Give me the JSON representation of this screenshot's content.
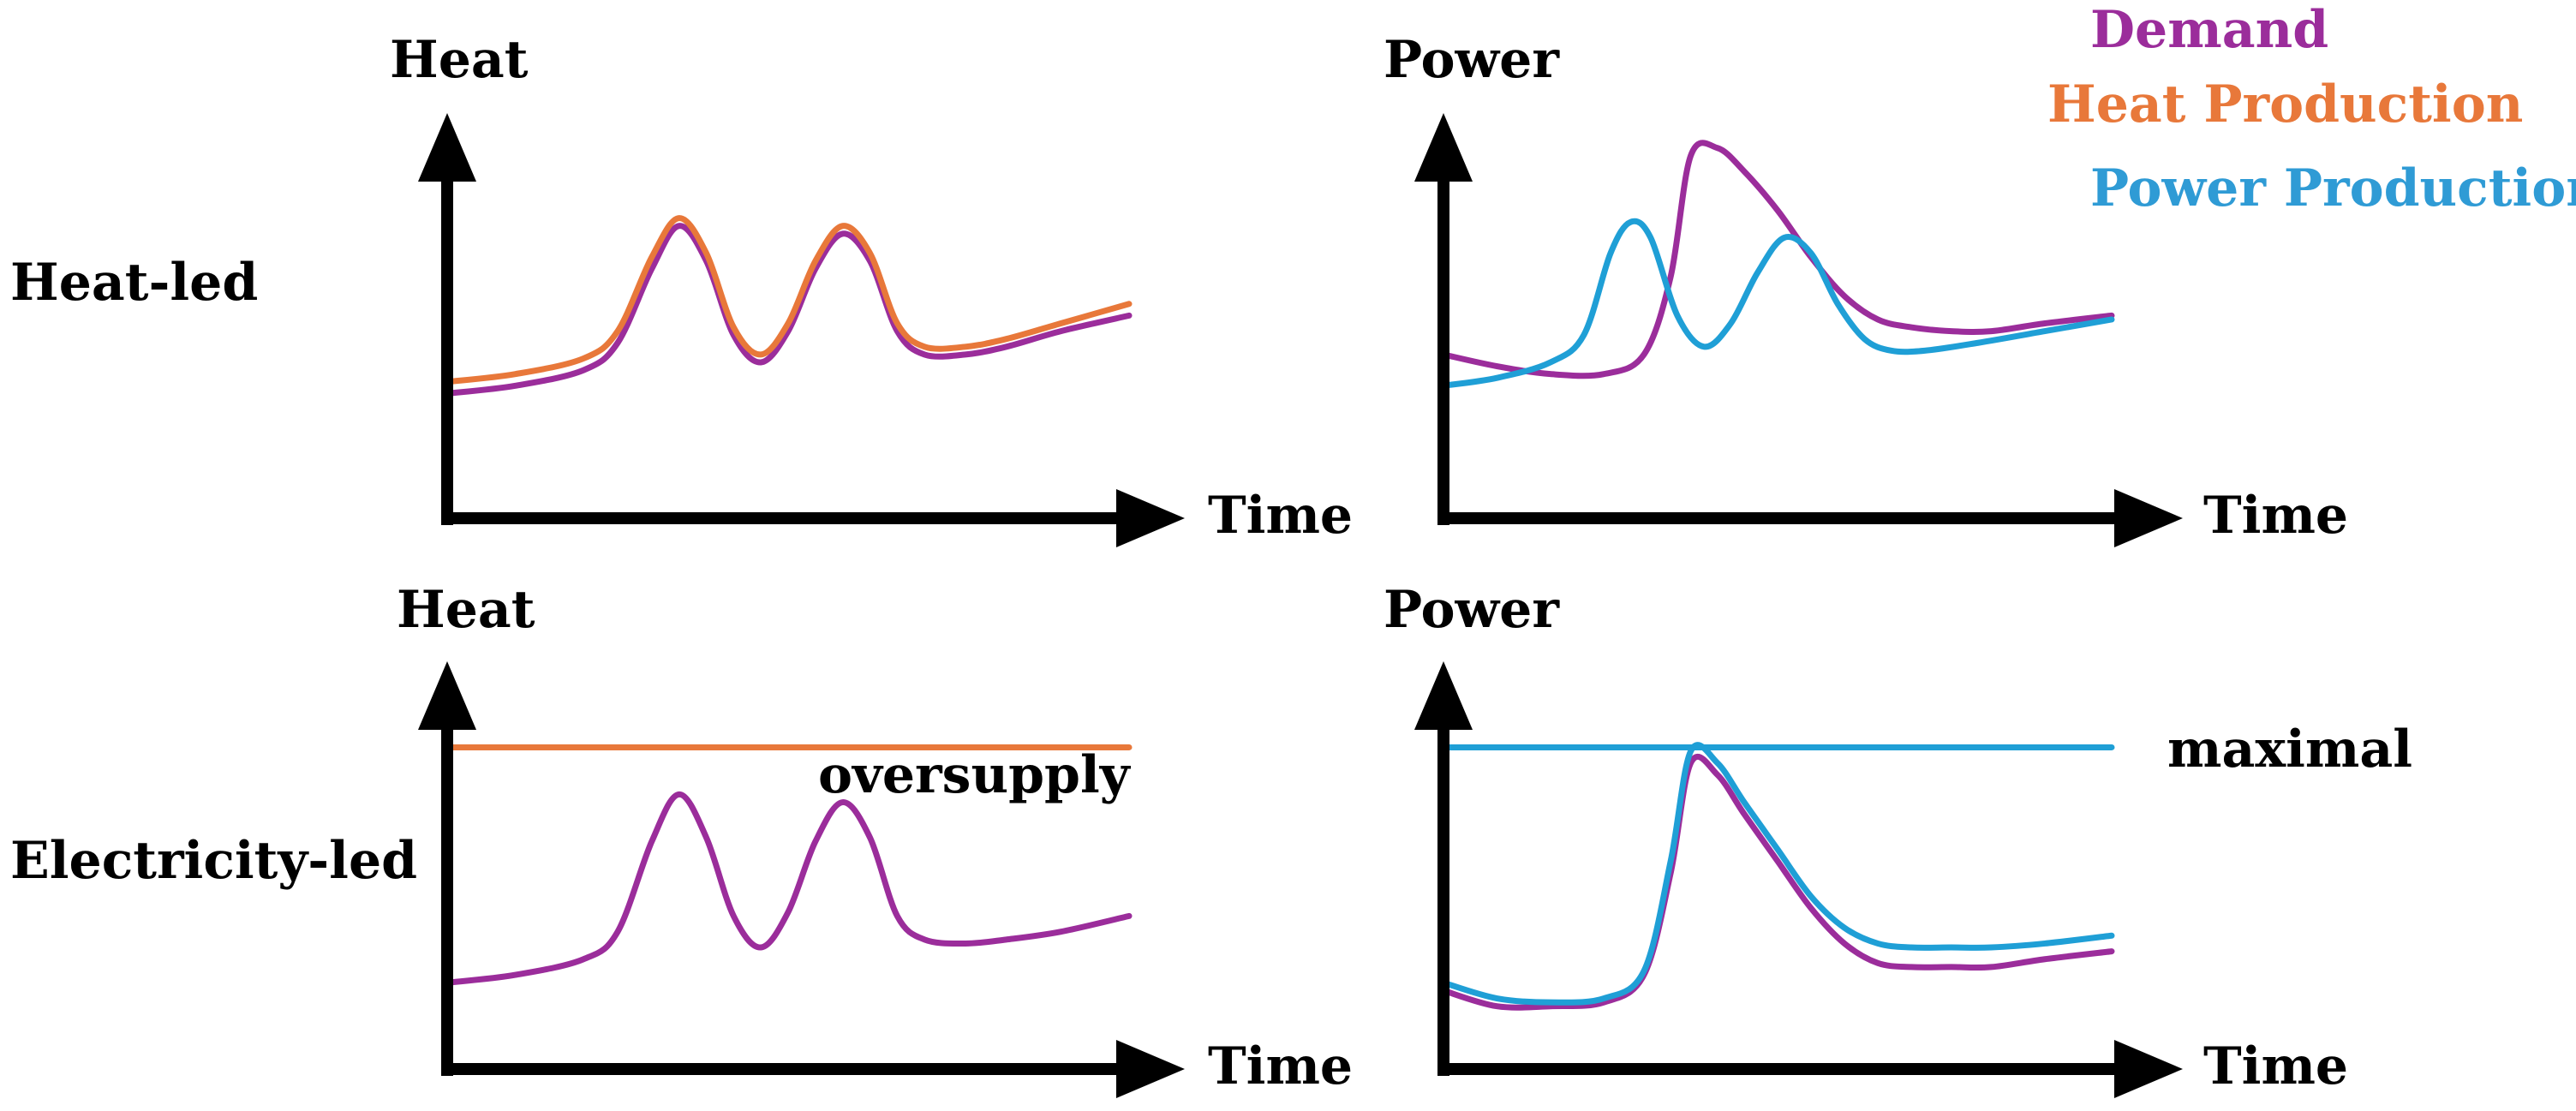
{
  "row_labels": [
    "Heat-led",
    "Electricity-led"
  ],
  "legend": [
    {
      "label": "Demand",
      "color": "#9B2D9B"
    },
    {
      "label": "Heat Production",
      "color": "#E8783A"
    },
    {
      "label": "Power Production",
      "color": "#2F9BD5"
    }
  ],
  "colors": {
    "axis": "#000000",
    "demand": "#9B2D9B",
    "heat": "#E8783A",
    "power": "#1F9FD6"
  },
  "chart_data": [
    {
      "type": "line",
      "ylabel": "Heat",
      "xlabel": "Time",
      "xlim": [
        0,
        100
      ],
      "ylim": [
        0,
        100
      ],
      "series": [
        {
          "name": "Demand",
          "color": "#9B2D9B",
          "x": [
            0,
            10,
            20,
            25,
            30,
            34,
            38,
            42,
            46,
            50,
            54,
            58,
            62,
            66,
            70,
            76,
            82,
            90,
            100
          ],
          "y": [
            32,
            34,
            38,
            45,
            64,
            75,
            66,
            47,
            40,
            48,
            64,
            73,
            66,
            48,
            42,
            42,
            44,
            48,
            52
          ]
        },
        {
          "name": "Heat Production",
          "color": "#E8783A",
          "x": [
            0,
            10,
            20,
            25,
            30,
            34,
            38,
            42,
            46,
            50,
            54,
            58,
            62,
            66,
            70,
            76,
            82,
            90,
            100
          ],
          "y": [
            35,
            37,
            41,
            48,
            67,
            77,
            68,
            49,
            42,
            50,
            66,
            75,
            68,
            50,
            44,
            44,
            46,
            50,
            55
          ]
        }
      ]
    },
    {
      "type": "line",
      "ylabel": "Power",
      "xlabel": "Time",
      "xlim": [
        0,
        100
      ],
      "ylim": [
        0,
        100
      ],
      "series": [
        {
          "name": "Demand",
          "color": "#9B2D9B",
          "x": [
            0,
            8,
            16,
            24,
            30,
            34,
            37,
            41,
            45,
            50,
            55,
            60,
            65,
            70,
            76,
            82,
            90,
            100
          ],
          "y": [
            42,
            39,
            37,
            37,
            42,
            62,
            93,
            95,
            89,
            79,
            67,
            57,
            51,
            49,
            48,
            48,
            50,
            52
          ]
        },
        {
          "name": "Power Production",
          "color": "#1F9FD6",
          "x": [
            0,
            8,
            16,
            21,
            25,
            28,
            31,
            35,
            39,
            43,
            47,
            51,
            55,
            59,
            63,
            67,
            72,
            80,
            90,
            100
          ],
          "y": [
            34,
            36,
            40,
            47,
            68,
            76,
            72,
            52,
            44,
            50,
            63,
            72,
            68,
            55,
            46,
            43,
            43,
            45,
            48,
            51
          ]
        }
      ]
    },
    {
      "type": "line",
      "ylabel": "Heat",
      "xlabel": "Time",
      "xlim": [
        0,
        100
      ],
      "ylim": [
        0,
        100
      ],
      "annotation": "oversupply",
      "series": [
        {
          "name": "Demand",
          "color": "#9B2D9B",
          "x": [
            0,
            10,
            20,
            25,
            30,
            34,
            38,
            42,
            46,
            50,
            54,
            58,
            62,
            66,
            70,
            76,
            82,
            90,
            100
          ],
          "y": [
            22,
            24,
            28,
            35,
            58,
            70,
            59,
            39,
            31,
            40,
            58,
            68,
            59,
            39,
            33,
            32,
            33,
            35,
            39
          ]
        },
        {
          "name": "Heat Production",
          "color": "#E8783A",
          "x": [
            0,
            100
          ],
          "y": [
            82,
            82
          ]
        }
      ]
    },
    {
      "type": "line",
      "ylabel": "Power",
      "xlabel": "Time",
      "xlim": [
        0,
        100
      ],
      "ylim": [
        0,
        100
      ],
      "annotation": "maximal",
      "series": [
        {
          "name": "Demand",
          "color": "#9B2D9B",
          "x": [
            0,
            8,
            16,
            24,
            30,
            34,
            37,
            41,
            45,
            50,
            55,
            60,
            65,
            70,
            76,
            82,
            90,
            100
          ],
          "y": [
            20,
            16,
            16,
            17,
            24,
            50,
            78,
            75,
            65,
            53,
            41,
            32,
            27,
            26,
            26,
            26,
            28,
            30
          ]
        },
        {
          "name": "Power Production",
          "color": "#1F9FD6",
          "x": [
            0,
            8,
            16,
            24,
            30,
            34,
            37,
            41,
            45,
            50,
            55,
            60,
            65,
            70,
            76,
            82,
            90,
            100
          ],
          "y": [
            22,
            18,
            17,
            18,
            25,
            53,
            81,
            78,
            68,
            56,
            44,
            36,
            32,
            31,
            31,
            31,
            32,
            34
          ]
        },
        {
          "name": "Power Production",
          "color": "#1F9FD6",
          "x": [
            0,
            100
          ],
          "y": [
            82,
            82
          ]
        }
      ]
    }
  ]
}
